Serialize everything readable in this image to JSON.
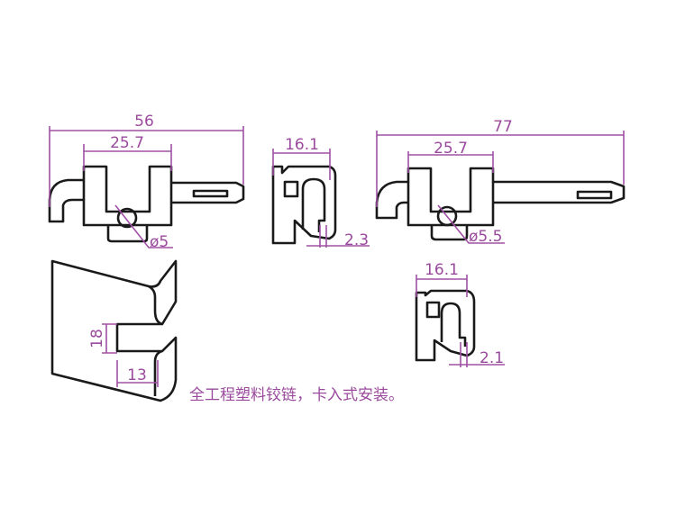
{
  "dimensions": {
    "hinge_small": {
      "overall_length": "56",
      "body_width": "25.7",
      "hole_diameter": "ø5"
    },
    "side_small": {
      "width": "16.1",
      "offset": "2.3"
    },
    "hinge_large": {
      "overall_length": "77",
      "body_width": "25.7",
      "hole_diameter": "ø5.5"
    },
    "side_large": {
      "width": "16.1",
      "offset": "2.1"
    },
    "plate": {
      "slot_height": "18",
      "slot_depth": "13"
    }
  },
  "caption": "全工程塑料铰链，卡入式安装。",
  "colors": {
    "dimension": "#a050a4",
    "outline": "#1a1a1a"
  }
}
